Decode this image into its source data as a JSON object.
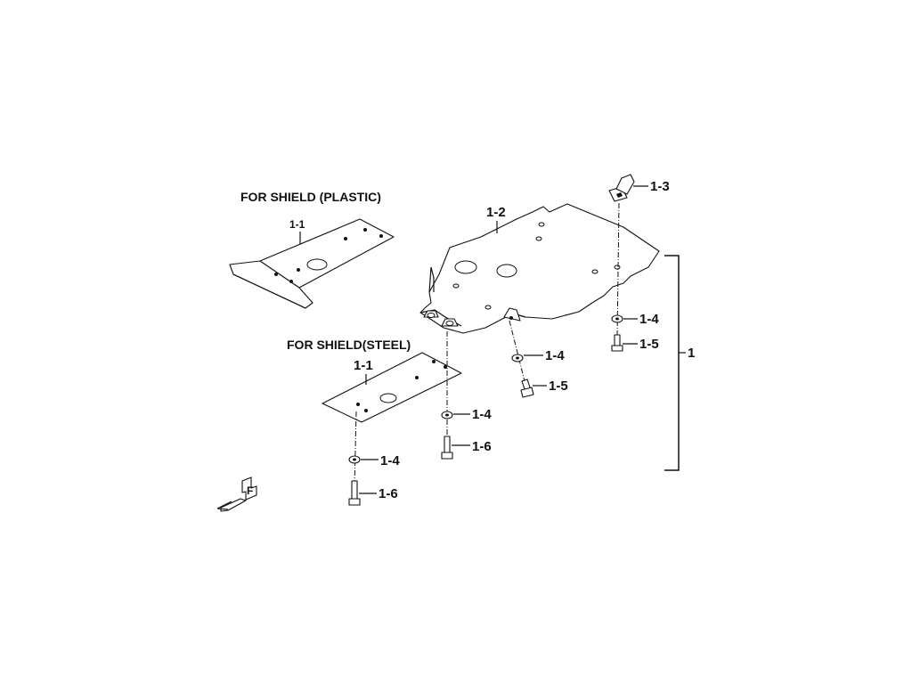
{
  "headings": {
    "plastic": "FOR SHIELD (PLASTIC)",
    "steel": "FOR SHIELD(STEEL)"
  },
  "callouts": {
    "plastic_shield": "1-1",
    "steel_shield": "1-1",
    "main_shield": "1-2",
    "clip": "1-3",
    "washer_right": "1-4",
    "bolt_right": "1-5",
    "washer_center": "1-4",
    "bolt_center": "1-5",
    "washer_steel_right": "1-4",
    "bolt_steel_right": "1-6",
    "washer_steel_left": "1-4",
    "bolt_steel_left": "1-6",
    "assembly": "1"
  },
  "orientation_marker": "F",
  "colors": {
    "line": "#111111",
    "background": "#ffffff"
  }
}
